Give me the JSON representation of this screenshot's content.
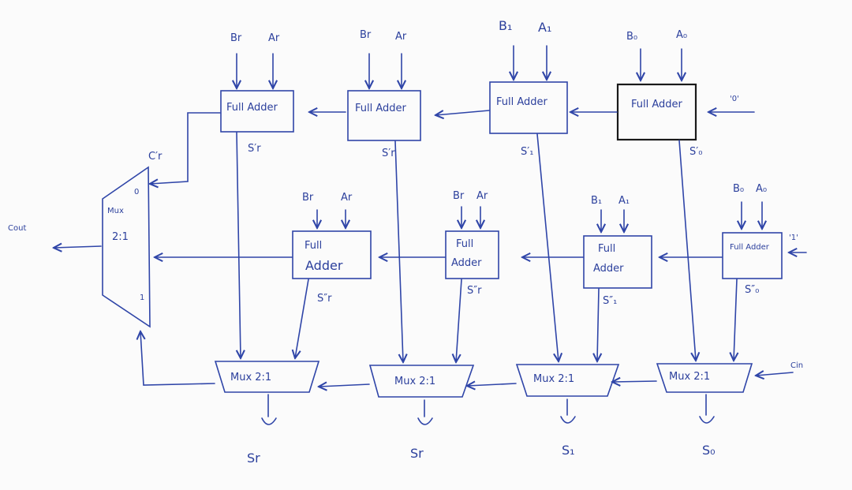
{
  "colors": {
    "ink": "#2f45a8",
    "paper": "#fbfbfb"
  },
  "top_row": {
    "adders": [
      {
        "label": "Full Adder",
        "in_b": "Br",
        "in_a": "Ar",
        "sum": "S′r"
      },
      {
        "label": "Full Adder",
        "in_b": "Br",
        "in_a": "Ar",
        "sum": "S′r"
      },
      {
        "label": "Full Adder",
        "in_b": "B₁",
        "in_a": "A₁",
        "sum": "S′₁"
      },
      {
        "label": "Full Adder",
        "in_b": "B₀",
        "in_a": "A₀",
        "sum": "S′₀"
      }
    ],
    "carry_in": "'0'",
    "carry_out": "C′r"
  },
  "bottom_row": {
    "adders": [
      {
        "label_line1": "Full",
        "label_line2": "Adder",
        "in_b": "Br",
        "in_a": "Ar",
        "sum": "S″r"
      },
      {
        "label_line1": "Full",
        "label_line2": "Adder",
        "in_b": "Br",
        "in_a": "Ar",
        "sum": "S″r"
      },
      {
        "label_line1": "Full",
        "label_line2": "Adder",
        "in_b": "B₁",
        "in_a": "A₁",
        "sum": "S″₁"
      },
      {
        "label_line1": "Full Adder",
        "label_line2": "",
        "in_b": "B₀",
        "in_a": "A₀",
        "sum": "S″₀"
      }
    ],
    "carry_in": "'1'"
  },
  "output_muxes": [
    {
      "label": "Mux 2:1",
      "output": "Sr"
    },
    {
      "label": "Mux 2:1",
      "output": "Sr"
    },
    {
      "label": "Mux 2:1",
      "output": "S₁"
    },
    {
      "label": "Mux 2:1",
      "output": "S₀"
    }
  ],
  "carry_mux": {
    "line1": "Mux",
    "line2": "2:1",
    "in0": "0",
    "in1": "1"
  },
  "cout": "Cout",
  "cin": "Cin"
}
